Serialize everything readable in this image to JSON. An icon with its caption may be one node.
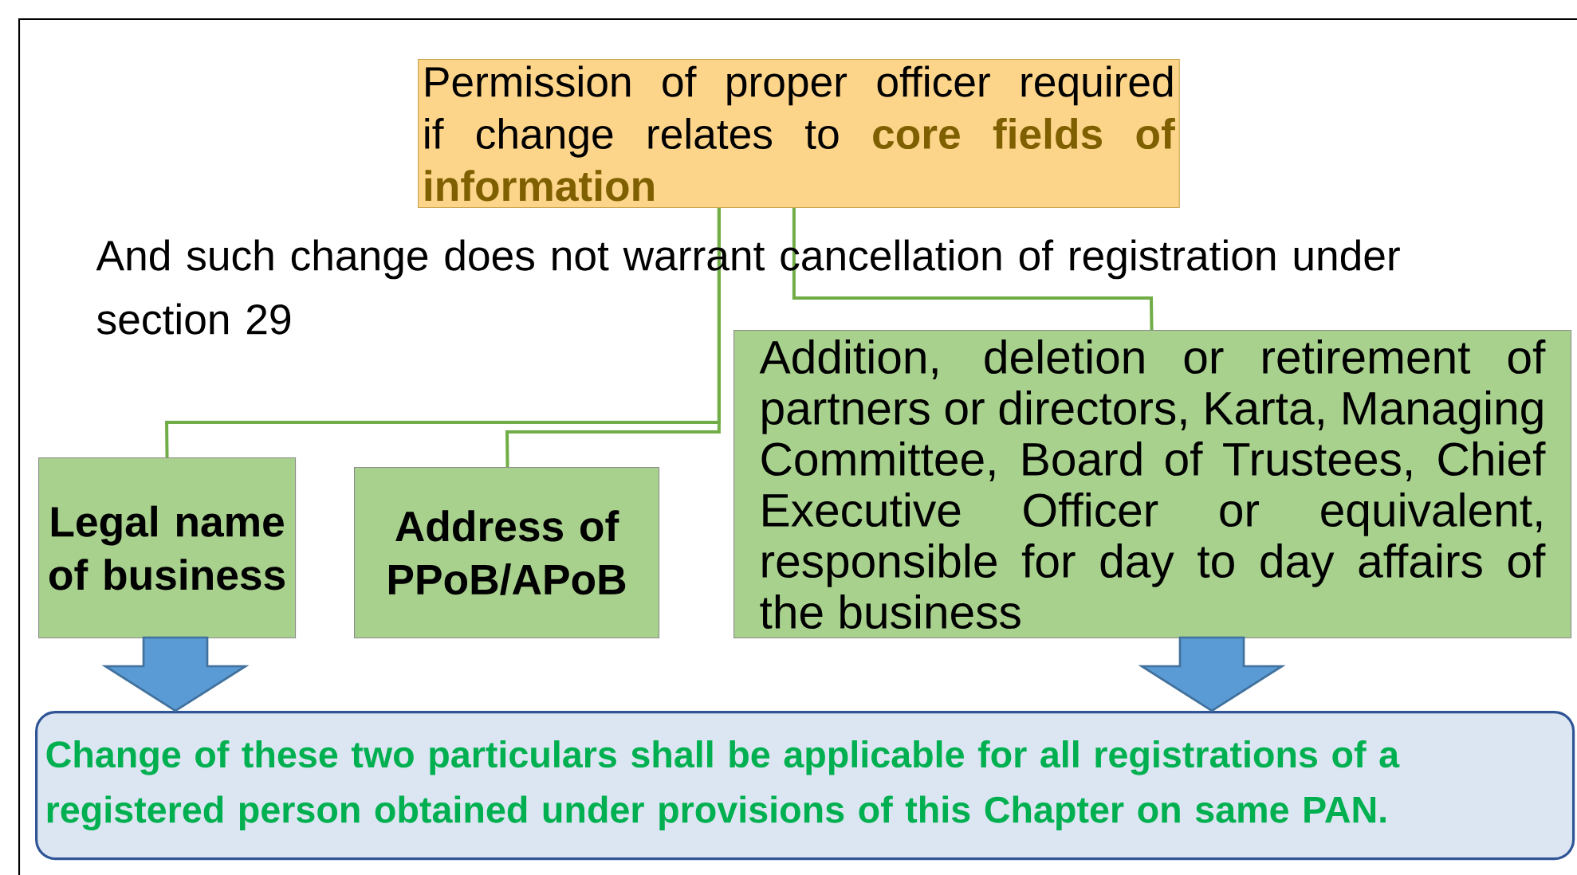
{
  "diagram": {
    "nodes": [
      {
        "text": [
          "Permission of proper officer required if change relates to **core fields of information**"
        ]
      },
      {
        "text": [
          "Legal name of business"
        ]
      },
      {
        "text": [
          "Address of PPoB/APoB"
        ]
      },
      {
        "text": [
          "Addition, deletion or retirement of partners or directors, Karta, Managing Committee, Board of Trustees, Chief Executive Officer or equivalent, responsible for day to day affairs of the business"
        ]
      },
      {
        "text": [
          "Change of these two particulars shall be applicable for all registrations of a registered person obtained under provisions of this Chapter on same PAN."
        ]
      }
    ],
    "edges": [
      {
        "from": 0,
        "to": 1,
        "arrow": "none"
      },
      {
        "from": 0,
        "to": 2,
        "arrow": "none"
      },
      {
        "from": 0,
        "to": 3,
        "arrow": "none"
      },
      {
        "from": 1,
        "to": 4,
        "arrow": "to",
        "style": "thick",
        "color": "#5b9bd5"
      },
      {
        "from": 3,
        "to": 4,
        "arrow": "to",
        "style": "thick",
        "color": "#5b9bd5"
      }
    ],
    "labels": [
      "And such change does not warrant cancellation of registration under section 29"
    ]
  }
}
